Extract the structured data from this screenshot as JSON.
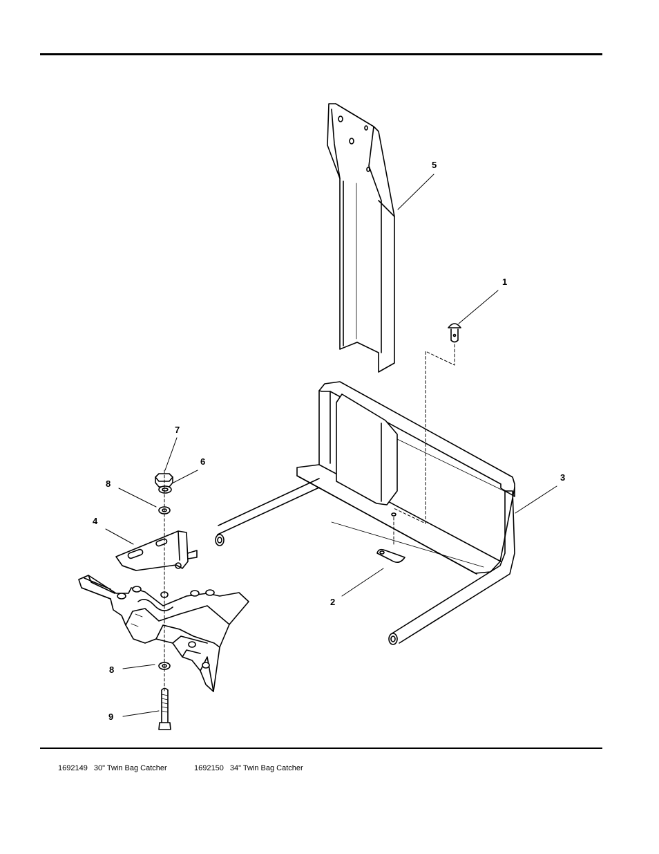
{
  "callouts": {
    "c1": "1",
    "c2": "2",
    "c3": "3",
    "c4": "4",
    "c5": "5",
    "c6": "6",
    "c7": "7",
    "c8a": "8",
    "c8b": "8",
    "c9": "9"
  },
  "footer": {
    "item1_number": "1692149",
    "item1_name": "30\" Twin Bag Catcher",
    "item2_number": "1692150",
    "item2_name": "34\" Twin Bag Catcher"
  }
}
